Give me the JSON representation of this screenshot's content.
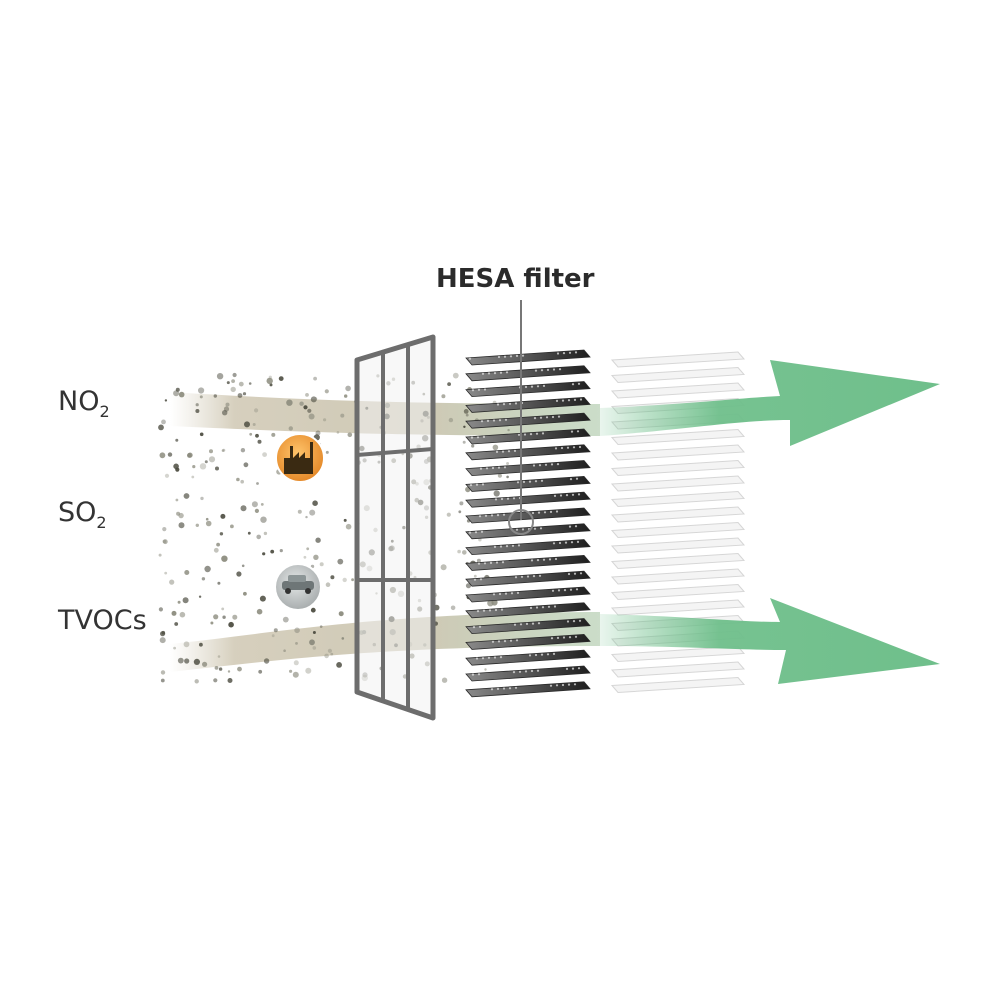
{
  "title": "HESA filter",
  "pollutants": [
    {
      "base": "NO",
      "subscript": "2"
    },
    {
      "base": "SO",
      "subscript": "2"
    },
    {
      "base": "TVOCs",
      "subscript": ""
    }
  ],
  "colors": {
    "arrow_green": "#6fbf8b",
    "air_stream": "#cfc7b2",
    "particle": "#4a4a3e",
    "filter_dark": "#3c3c3c",
    "filter_light": "#eeeeee",
    "prefilter_frame": "#6d6d6d",
    "factory_badge": "#f0a040",
    "car_badge": "#b9bdbd"
  },
  "icons": [
    "factory-icon",
    "car-icon"
  ]
}
